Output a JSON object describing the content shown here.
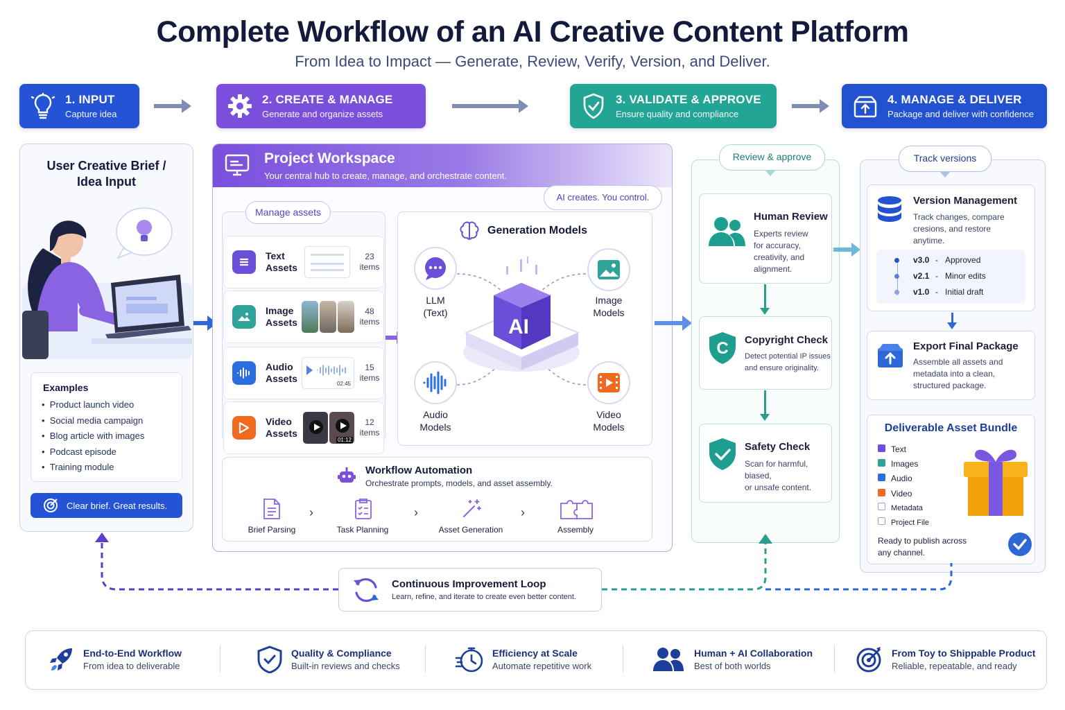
{
  "header": {
    "title": "Complete Workflow of an AI Creative Content Platform",
    "subtitle": "From Idea to Impact — Generate, Review, Verify, Version, and Deliver."
  },
  "stages": [
    {
      "title": "1. INPUT",
      "desc": "Capture idea",
      "color": "#2453d6",
      "icon": "lightbulb-icon"
    },
    {
      "title": "2. CREATE & MANAGE",
      "desc": "Generate and organize assets",
      "color": "#7a4fdc",
      "icon": "gear-icon"
    },
    {
      "title": "3. VALIDATE & APPROVE",
      "desc": "Ensure quality and compliance",
      "color": "#23a596",
      "icon": "shield-check-icon"
    },
    {
      "title": "4. MANAGE & DELIVER",
      "desc": "Package and deliver with confidence",
      "color": "#2352d0",
      "icon": "package-icon"
    }
  ],
  "input": {
    "title_line1": "User Creative Brief /",
    "title_line2": "Idea Input",
    "examples_title": "Examples",
    "examples": [
      "Product launch video",
      "Social media campaign",
      "Blog article with images",
      "Podcast episode",
      "Training module"
    ],
    "cta": "Clear brief. Great results."
  },
  "workspace": {
    "title": "Project Workspace",
    "desc": "Your central hub to create, manage, and orchestrate content.",
    "manage_pill": "Manage assets",
    "ai_pill": "AI creates. You control.",
    "assets": [
      {
        "label1": "Text",
        "label2": "Assets",
        "count": "23",
        "unit": "items",
        "color": "#6a4fd8"
      },
      {
        "label1": "Image",
        "label2": "Assets",
        "count": "48",
        "unit": "items",
        "color": "#2fa39a"
      },
      {
        "label1": "Audio",
        "label2": "Assets",
        "count": "15",
        "unit": "items",
        "color": "#2b6ee0",
        "duration": "02:45"
      },
      {
        "label1": "Video",
        "label2": "Assets",
        "count": "12",
        "unit": "items",
        "color": "#f06b1f",
        "duration": "01:12"
      }
    ],
    "models_title": "Generation Models",
    "ai_label": "AI",
    "models": [
      {
        "line1": "LLM",
        "line2": "(Text)"
      },
      {
        "line1": "Image",
        "line2": "Models"
      },
      {
        "line1": "Audio",
        "line2": "Models"
      },
      {
        "line1": "Video",
        "line2": "Models"
      }
    ],
    "automation_title": "Workflow Automation",
    "automation_desc": "Orchestrate prompts, models, and asset assembly.",
    "steps": [
      "Brief Parsing",
      "Task Planning",
      "Asset Generation",
      "Assembly"
    ]
  },
  "validate": {
    "pill": "Review & approve",
    "checks": [
      {
        "title": "Human Review",
        "desc": [
          "Experts review",
          "for accuracy,",
          "creativity, and",
          "alignment."
        ]
      },
      {
        "title": "Copyright Check",
        "desc": [
          "Detect potential IP issues",
          "and ensure originality."
        ]
      },
      {
        "title": "Safety Check",
        "desc": [
          "Scan for harmful,",
          "biased,",
          "or unsafe content."
        ]
      }
    ]
  },
  "deliver": {
    "pill": "Track versions",
    "version_title": "Version Management",
    "version_desc": [
      "Track changes, compare",
      "cresions, and restore",
      "anytime."
    ],
    "versions": [
      {
        "v": "v3.0",
        "sep": "-",
        "note": "Approved"
      },
      {
        "v": "v2.1",
        "sep": "-",
        "note": "Minor edits"
      },
      {
        "v": "v1.0",
        "sep": "-",
        "note": "Initial draft"
      }
    ],
    "export_title": "Export Final Package",
    "export_desc": [
      "Assemble all assets and",
      "metadata into a clean,",
      "structured package."
    ],
    "bundle_title": "Deliverable Asset Bundle",
    "bundle_items": [
      "Text",
      "Images",
      "Audio",
      "Video",
      "Metadata",
      "Project File"
    ],
    "bundle_note": [
      "Ready to publish across",
      "any channel."
    ]
  },
  "loop": {
    "title": "Continuous Improvement Loop",
    "desc": "Learn, refine, and iterate to create even better content."
  },
  "footer": [
    {
      "title": "End-to-End Workflow",
      "desc": "From idea to deliverable",
      "icon": "rocket-icon"
    },
    {
      "title": "Quality & Compliance",
      "desc": "Built-in reviews and checks",
      "icon": "shield-check-icon"
    },
    {
      "title": "Efficiency at Scale",
      "desc": "Automate repetitive work",
      "icon": "stopwatch-icon"
    },
    {
      "title": "Human + AI Collaboration",
      "desc": "Best of both worlds",
      "icon": "users-icon"
    },
    {
      "title": "From Toy to Shippable Product",
      "desc": "Reliable, repeatable, and ready",
      "icon": "target-icon"
    }
  ]
}
